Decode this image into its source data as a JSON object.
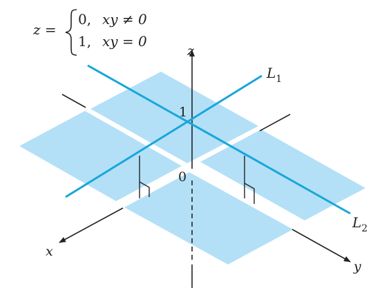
{
  "formula": {
    "lhs": "z =",
    "case1_value": "0,",
    "case1_cond": "xy ≠ 0",
    "case2_value": "1,",
    "case2_cond": "xy = 0"
  },
  "labels": {
    "z_axis": "z",
    "x_axis": "x",
    "y_axis": "y",
    "line1_letter": "L",
    "line1_sub": "1",
    "line2_letter": "L",
    "line2_sub": "2",
    "height_one": "1",
    "origin": "0"
  },
  "colors": {
    "plane_fill": "#b3e0f7",
    "line_blue": "#18a6db",
    "axis": "#222222",
    "background": "#ffffff"
  }
}
